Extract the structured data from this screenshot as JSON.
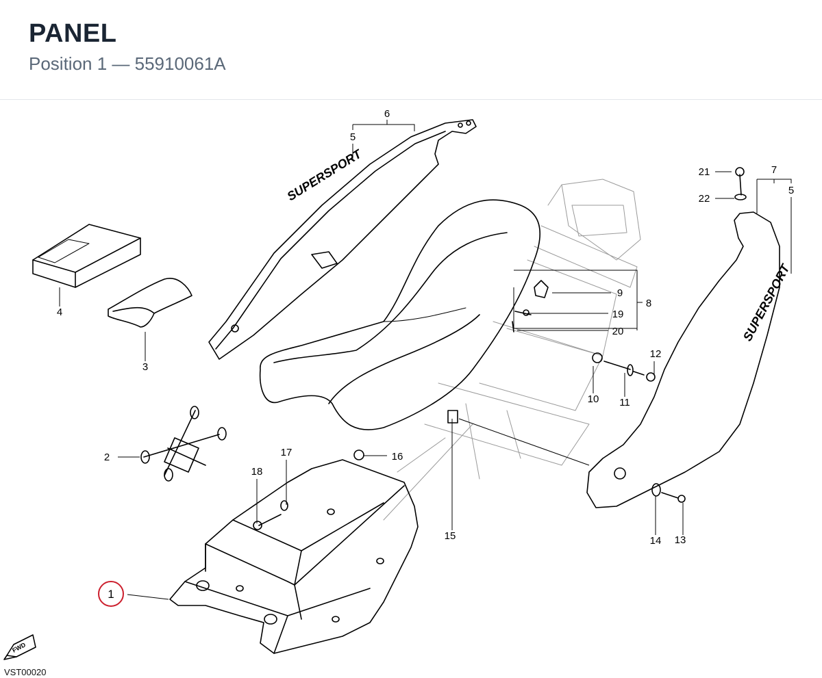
{
  "header": {
    "title": "PANEL",
    "subtitle": "Position 1 — 55910061A"
  },
  "diagram": {
    "decals": [
      "SUPERSPORT",
      "SUPERSPORT"
    ],
    "fwd_label": "FWD",
    "drawing_code": "VST00020",
    "highlighted_callout": "1",
    "highlight_color": "#cc1f2d",
    "callouts": [
      "1",
      "2",
      "3",
      "4",
      "5",
      "5",
      "6",
      "7",
      "8",
      "9",
      "10",
      "11",
      "12",
      "13",
      "14",
      "15",
      "16",
      "17",
      "18",
      "19",
      "20",
      "21",
      "22"
    ]
  }
}
